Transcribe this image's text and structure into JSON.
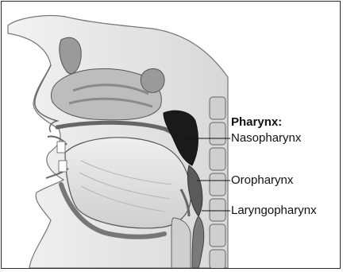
{
  "diagram": {
    "heading": "Pharynx:",
    "labels": {
      "nasopharynx": "Nasopharynx",
      "oropharynx": "Oropharynx",
      "laryngopharynx": "Laryngopharynx"
    },
    "colors": {
      "nasopharynx": "#1a1a1a",
      "oropharynx": "#5a5a5a",
      "laryngopharynx": "#7a7a7a",
      "tissue": "#d9d9d9",
      "outline": "#555555"
    }
  }
}
